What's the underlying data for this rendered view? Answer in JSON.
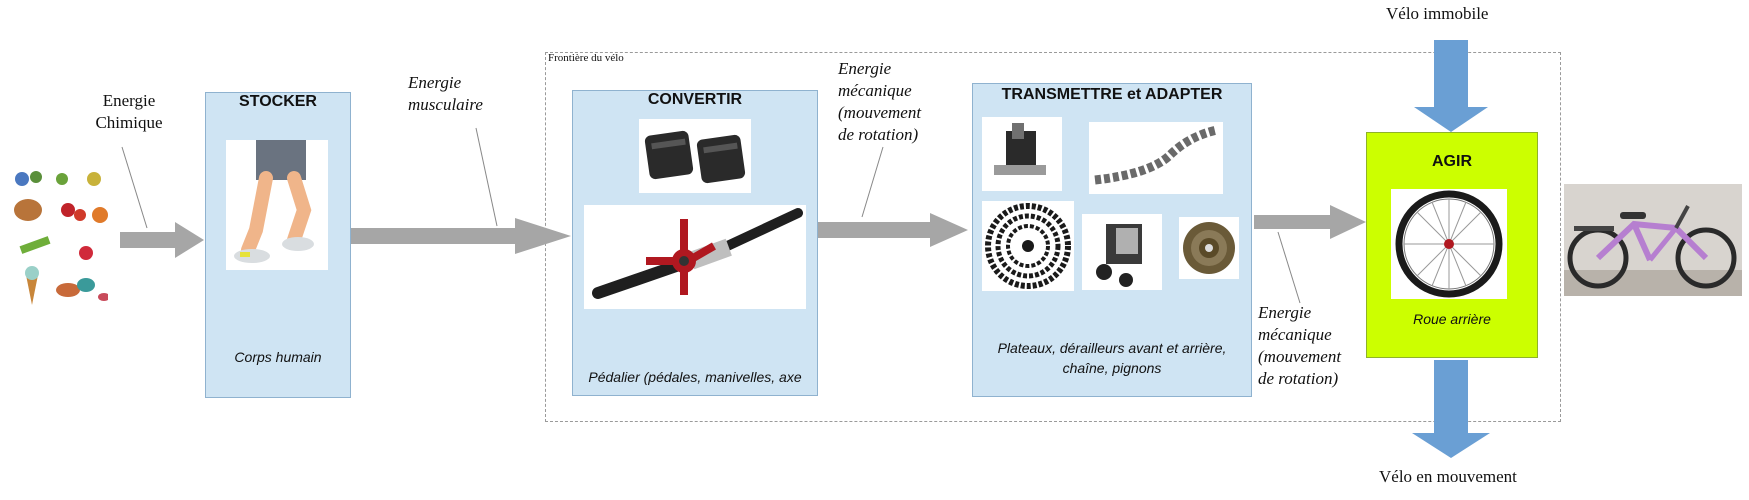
{
  "frontier_label": "Frontière du vélo",
  "blocks": {
    "stocker": {
      "title": "STOCKER",
      "caption": "Corps humain"
    },
    "convertir": {
      "title": "CONVERTIR",
      "caption": "Pédalier (pédales, manivelles, axe"
    },
    "transmettre": {
      "title": "TRANSMETTRE et ADAPTER",
      "caption_line1": "Plateaux, dérailleurs avant et arrière,",
      "caption_line2": "chaîne, pignons"
    },
    "agir": {
      "title": "AGIR",
      "caption": "Roue arrière"
    }
  },
  "flows": {
    "chemical": {
      "line1": "Energie",
      "line2": "Chimique"
    },
    "muscular": {
      "line1": "Energie",
      "line2": "musculaire"
    },
    "mechanical_1": {
      "line1": "Energie",
      "line2": "mécanique",
      "line3": "(mouvement",
      "line4": "de rotation)"
    },
    "mechanical_2": {
      "line1": "Energie",
      "line2": "mécanique",
      "line3": "(mouvement",
      "line4": "de rotation)"
    },
    "input_top": "Vélo immobile",
    "output_bottom": "Vélo en mouvement"
  },
  "icons": [
    "food-icon",
    "legs-icon",
    "pedals-icon",
    "crankset-icon",
    "derailleur-icon",
    "chain-icon",
    "chainrings-icon",
    "rear-derailleur-icon",
    "cassette-icon",
    "wheel-icon",
    "bicycle-photo"
  ],
  "colors": {
    "block_fill": "#cfe4f3",
    "agir_fill": "#ccff00",
    "flow_arrow": "#a6a6a6",
    "io_arrow": "#6a9fd4"
  }
}
